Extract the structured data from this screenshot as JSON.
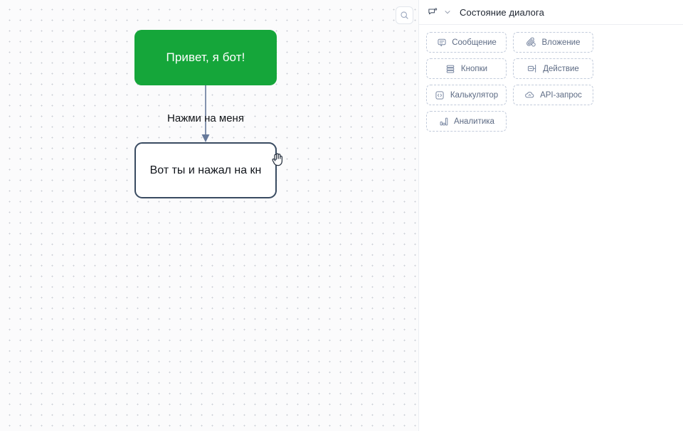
{
  "canvas": {
    "search_button": {
      "icon": "search-icon",
      "label": ""
    },
    "nodes": [
      {
        "id": "start",
        "text": "Привет, я бот!",
        "color": "#15a63a",
        "text_color": "#ffffff"
      },
      {
        "id": "reply",
        "text": "Вот ты и нажал на кн",
        "color": "#ffffff",
        "border_color": "#394b61",
        "text_color": "#12161c"
      }
    ],
    "edge": {
      "label": "Нажми на меня",
      "color": "#66799a"
    },
    "cursor": {
      "type": "grab-hand-cursor"
    }
  },
  "panel": {
    "header": {
      "icon": "dialog-bubble-icon",
      "chevron": "chevron-down-icon",
      "title": "Состояние диалога"
    },
    "cards": [
      {
        "icon": "message-icon",
        "label": "Сообщение"
      },
      {
        "icon": "attachment-icon",
        "label": "Вложение"
      },
      {
        "icon": "buttons-icon",
        "label": "Кнопки"
      },
      {
        "icon": "action-icon",
        "label": "Действие"
      },
      {
        "icon": "calculator-icon",
        "label": "Калькулятор"
      },
      {
        "icon": "cloud-api-icon",
        "label": "API-запрос"
      },
      {
        "icon": "analytics-icon",
        "label": "Аналитика"
      }
    ]
  },
  "colors": {
    "accent_green": "#15a63a",
    "node_border": "#394b61",
    "edge": "#66799a",
    "panel_text": "#5d6b84",
    "dashed_border": "#c2cbdb"
  }
}
